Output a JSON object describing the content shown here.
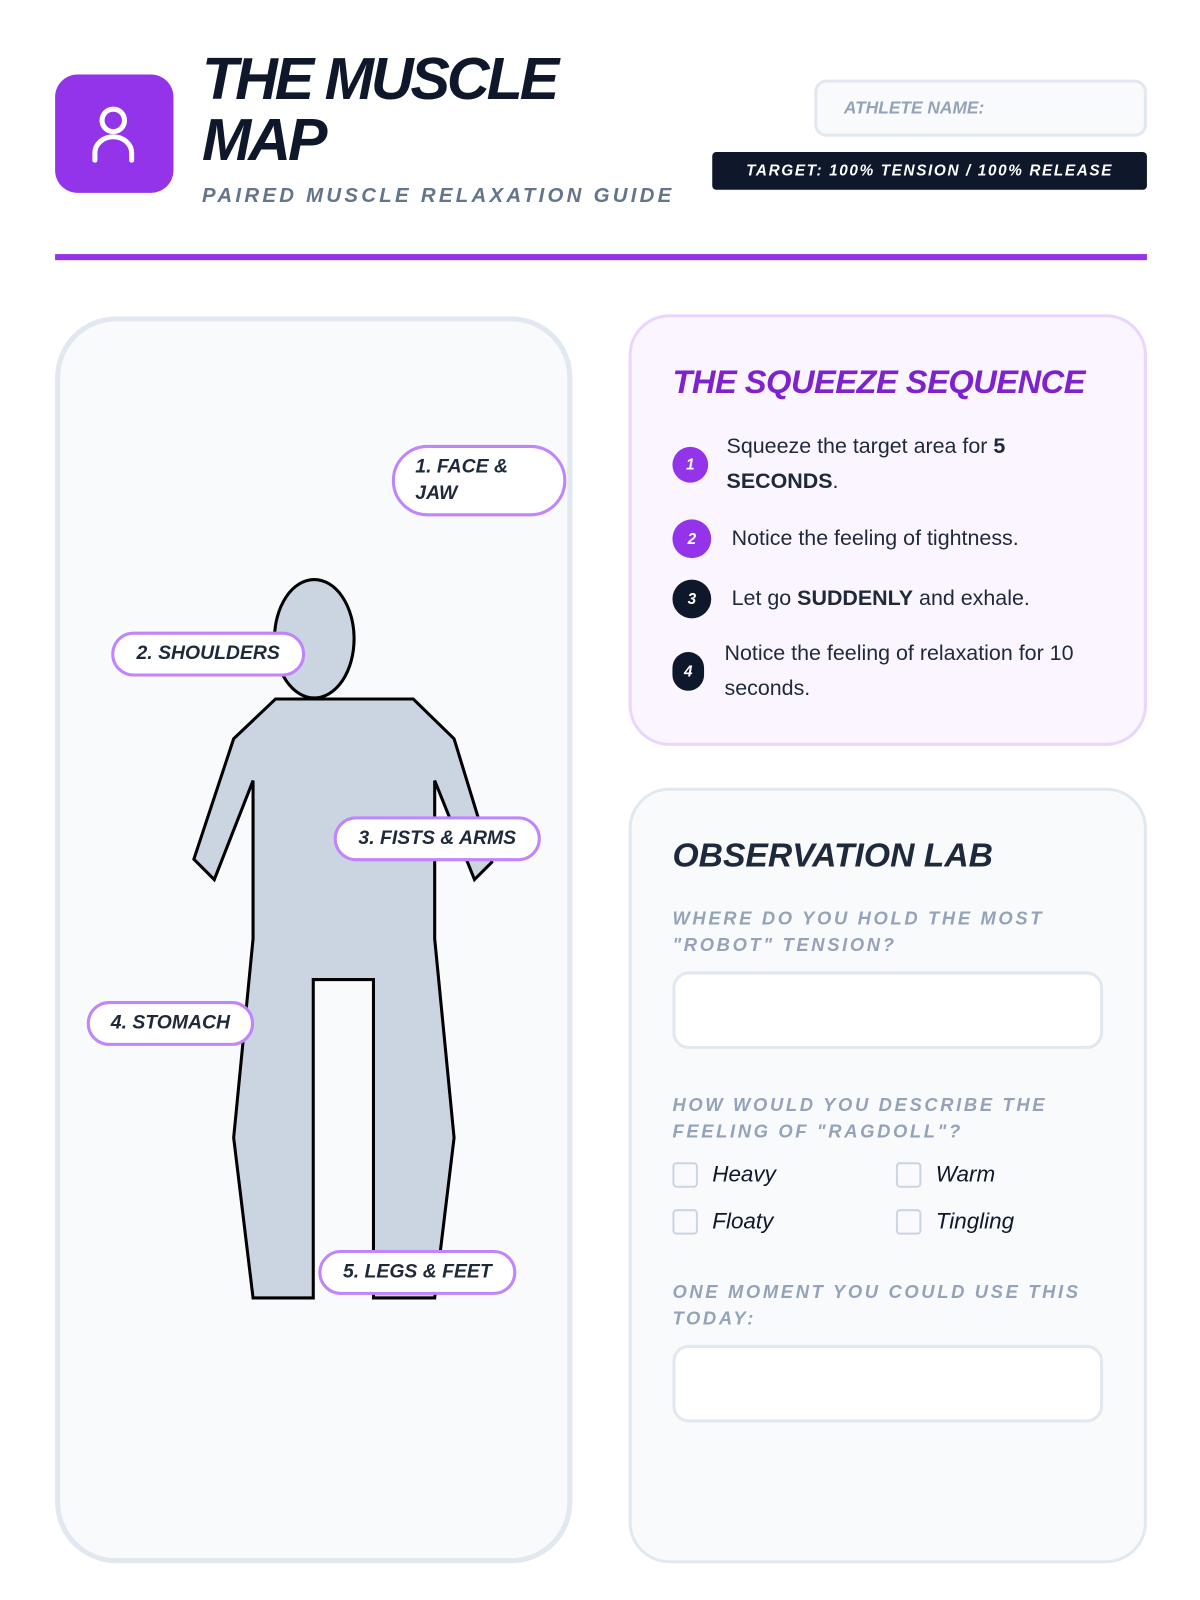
{
  "header": {
    "logo_icon": "person-icon",
    "title": "THE MUSCLE MAP",
    "subtitle": "PAIRED MUSCLE RELAXATION GUIDE",
    "athlete_name_placeholder": "ATHLETE NAME:",
    "target_badge": "TARGET: 100% TENSION / 100% RELEASE"
  },
  "colors": {
    "accent": "#9333ea",
    "dark": "#0f172a",
    "figure": "#cbd5e1",
    "pill_border": "#c084fc"
  },
  "muscle_map": {
    "labels": [
      "1. FACE & JAW",
      "2. SHOULDERS",
      "3. FISTS & ARMS",
      "4. STOMACH",
      "5. LEGS & FEET"
    ]
  },
  "squeeze": {
    "title": "THE SQUEEZE SEQUENCE",
    "steps": [
      {
        "num": "1",
        "pre": "Squeeze the target area for ",
        "bold": "5 SECONDS",
        "post": "."
      },
      {
        "num": "2",
        "pre": "Notice the feeling of tightness.",
        "bold": "",
        "post": ""
      },
      {
        "num": "3",
        "pre": "Let go ",
        "bold": "SUDDENLY",
        "post": " and exhale."
      },
      {
        "num": "4",
        "pre": "Notice the feeling of relaxation for 10 seconds.",
        "bold": "",
        "post": ""
      }
    ]
  },
  "observation": {
    "title": "OBSERVATION LAB",
    "q1": "WHERE DO YOU HOLD THE MOST \"ROBOT\" TENSION?",
    "q2": "HOW WOULD YOU DESCRIBE THE FEELING OF \"RAGDOLL\"?",
    "options": [
      "Heavy",
      "Warm",
      "Floaty",
      "Tingling"
    ],
    "q3": "ONE MOMENT YOU COULD USE THIS TODAY:"
  }
}
